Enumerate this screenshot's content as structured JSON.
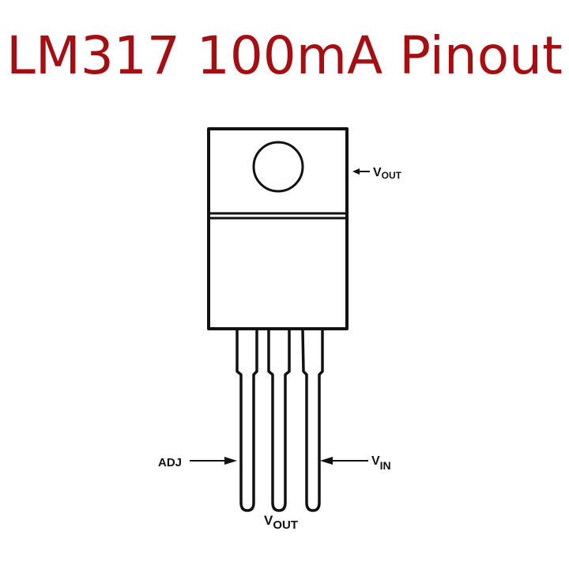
{
  "title": "LM317 100mA Pinout",
  "colors": {
    "title": "#a30f12",
    "line": "#111111",
    "background": "#ffffff"
  },
  "diagram": {
    "package": "TO-220 style",
    "labels": {
      "tab": {
        "main": "V",
        "sub": "OUT"
      },
      "pin1": {
        "text": "ADJ"
      },
      "pin2": {
        "main": "V",
        "sub": "OUT"
      },
      "pin3": {
        "main": "V",
        "sub": "IN"
      }
    },
    "icons": [
      "arrow-left-icon",
      "arrow-right-icon"
    ]
  }
}
